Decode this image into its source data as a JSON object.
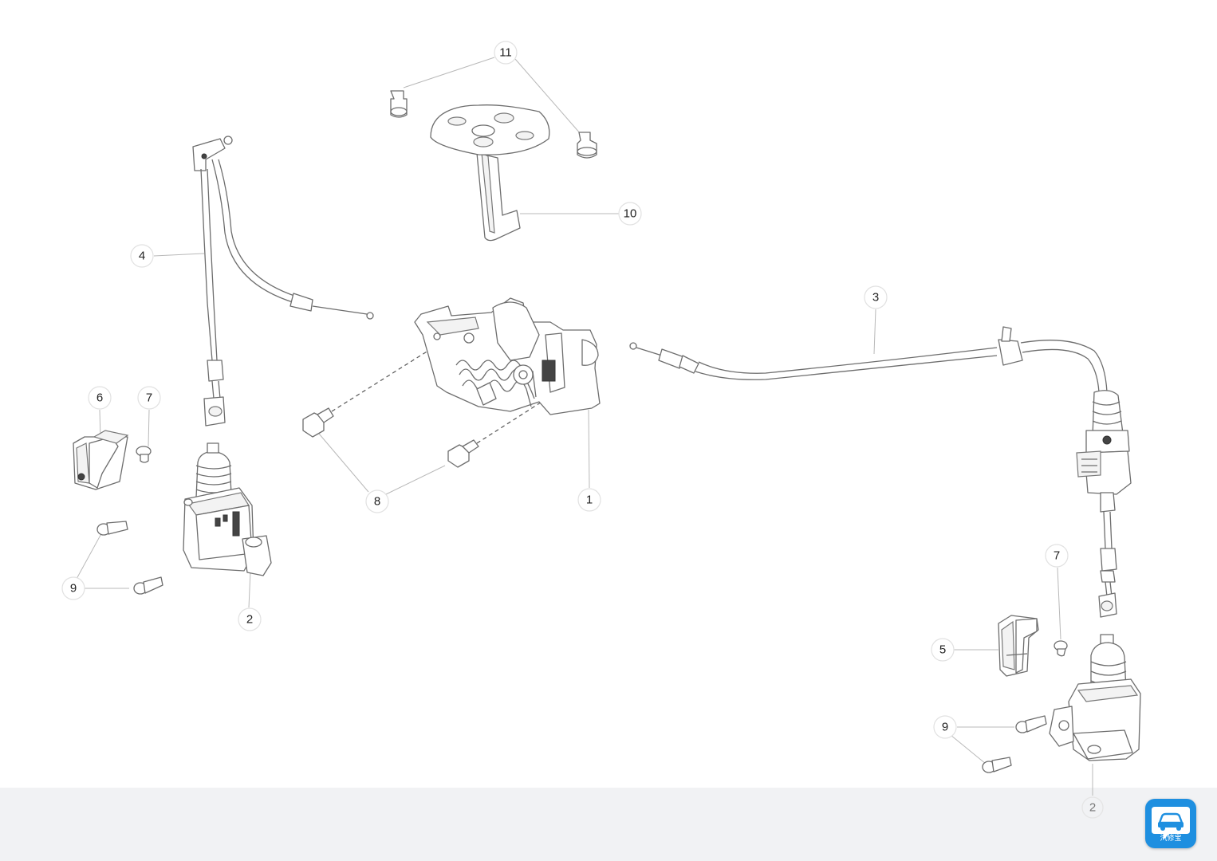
{
  "callouts": {
    "c1": "1",
    "c2a": "2",
    "c2b": "2",
    "c3": "3",
    "c4": "4",
    "c5": "5",
    "c6": "6",
    "c7a": "7",
    "c7b": "7",
    "c8": "8",
    "c9a": "9",
    "c9b": "9",
    "c10": "10",
    "c11": "11"
  },
  "badge": {
    "label": "汽修宝",
    "icon": "car-repair-icon",
    "color": "#1e8fe0"
  }
}
